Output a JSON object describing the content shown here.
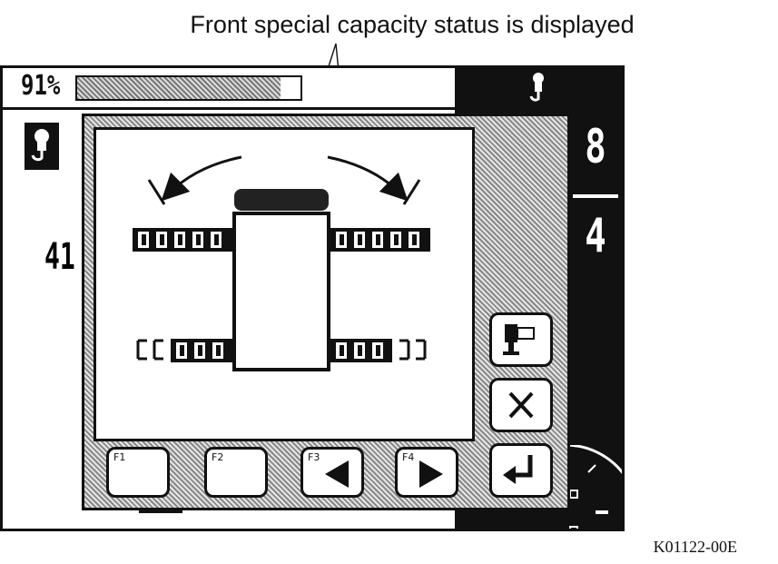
{
  "caption": "Front special capacity status is displayed",
  "figure_code": "K01122-00E",
  "status": {
    "percent_label": "91%",
    "percent_value": 91,
    "left_value": "41"
  },
  "tab_numbers": [
    "8",
    "4"
  ],
  "function_keys": [
    {
      "label": "F1",
      "icon": ""
    },
    {
      "label": "F2",
      "icon": ""
    },
    {
      "label": "F3",
      "icon": "arrow-left-icon"
    },
    {
      "label": "F4",
      "icon": "arrow-right-icon"
    }
  ],
  "side_buttons": [
    "machine-icon",
    "close-icon",
    "enter-icon"
  ],
  "colors": {
    "dark": "#111111",
    "background": "#ffffff"
  }
}
